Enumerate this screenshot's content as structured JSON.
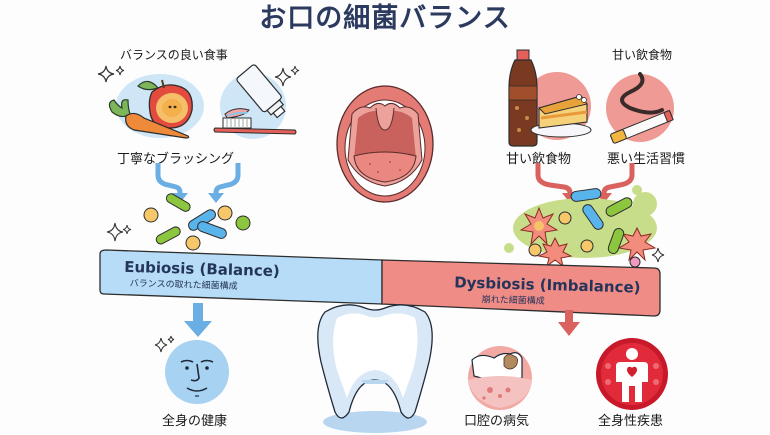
{
  "title": "お口の細菌バランス",
  "good_side": {
    "food_label": "バランスの良い食事",
    "brushing_label": "丁寧なブラッシング",
    "food_icon": "apple-carrot-icon",
    "brushing_icon": "toothbrush-toothpaste-icon",
    "color": "#6aaee3"
  },
  "bad_side": {
    "sweets_top_label": "甘い飲食物",
    "sweets_label": "甘い飲食物",
    "habits_label": "悪い生活習慣",
    "sweets_icon": "soda-cake-icon",
    "habits_icon": "cigarette-icon",
    "color": "#d9625f"
  },
  "center": {
    "mouth_icon": "open-mouth-icon",
    "tooth_icon": "tooth-icon"
  },
  "balance_bar": {
    "eubiosis_title": "Eubiosis (Balance)",
    "eubiosis_sub": "バランスの取れた細菌構成",
    "dysbiosis_title": "Dysbiosis (Imbalance)",
    "dysbiosis_sub": "崩れた細菌構成",
    "eubiosis_color": "#b6dcf7",
    "dysbiosis_color": "#f08c86"
  },
  "outcomes": {
    "health_label": "全身の健康",
    "oral_disease_label": "口腔の病気",
    "systemic_disease_label": "全身性疾患",
    "health_icon": "smiling-face-icon",
    "oral_disease_icon": "decayed-tooth-gum-icon",
    "systemic_disease_icon": "human-body-heart-icon"
  }
}
